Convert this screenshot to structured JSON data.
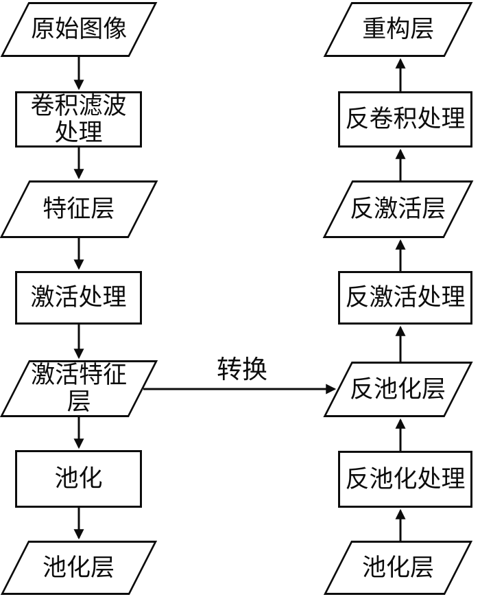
{
  "diagram": {
    "title": "convolution-deconvolution flow diagram",
    "background_color": "#ffffff",
    "stroke_color": "#0c0c0c",
    "nodes": {
      "left": [
        {
          "shape": "parallelogram",
          "label": "原始图像"
        },
        {
          "shape": "rectangle",
          "label": "卷积滤波\n处理"
        },
        {
          "shape": "parallelogram",
          "label": "特征层"
        },
        {
          "shape": "rectangle",
          "label": "激活处理"
        },
        {
          "shape": "parallelogram",
          "label": "激活特征\n层"
        },
        {
          "shape": "rectangle",
          "label": "池化"
        },
        {
          "shape": "parallelogram",
          "label": "池化层"
        }
      ],
      "right": [
        {
          "shape": "parallelogram",
          "label": "重构层"
        },
        {
          "shape": "rectangle",
          "label": "反卷积处理"
        },
        {
          "shape": "parallelogram",
          "label": "反激活层"
        },
        {
          "shape": "rectangle",
          "label": "反激活处理"
        },
        {
          "shape": "parallelogram",
          "label": "反池化层"
        },
        {
          "shape": "rectangle",
          "label": "反池化处理"
        },
        {
          "shape": "parallelogram",
          "label": "池化层"
        }
      ]
    },
    "edges": {
      "left_flow_direction": "down",
      "right_flow_direction": "up",
      "transfer_label": "转换"
    }
  }
}
